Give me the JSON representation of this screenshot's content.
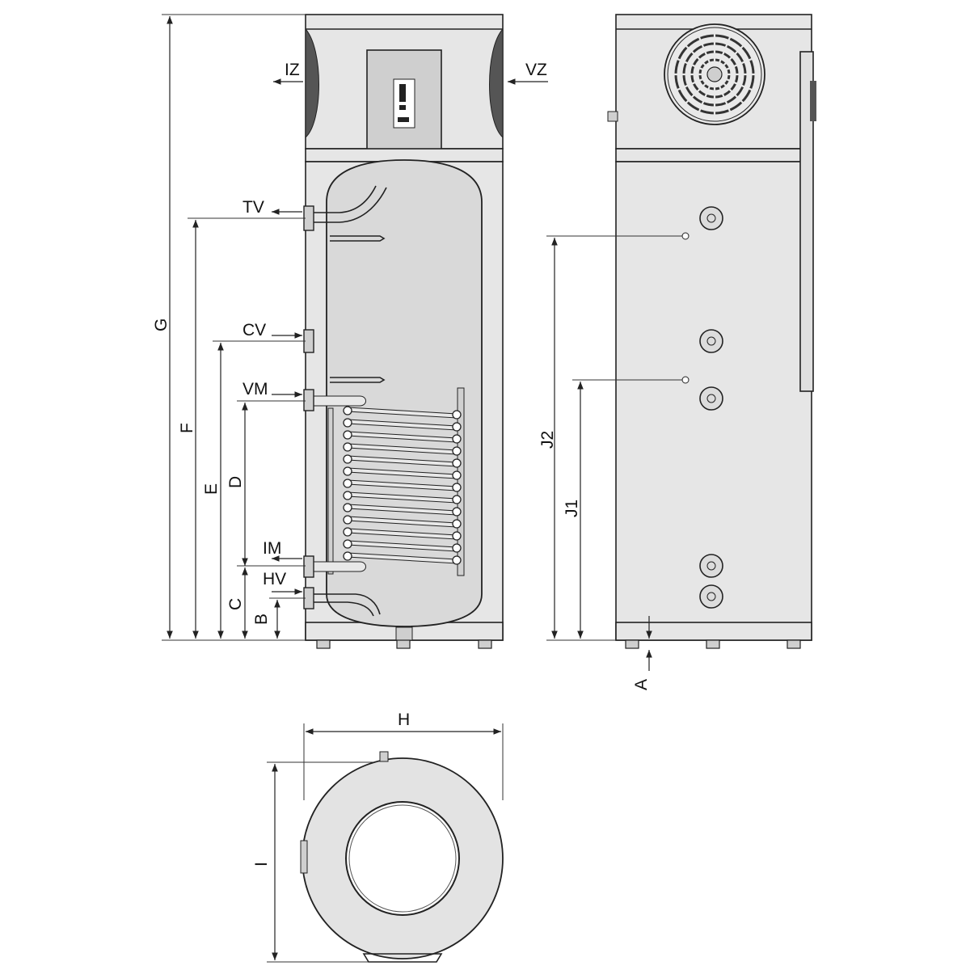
{
  "connections": {
    "iz": "IZ",
    "vz": "VZ",
    "tv": "TV",
    "cv": "CV",
    "vm": "VM",
    "im": "IM",
    "hv": "HV"
  },
  "dimensions": {
    "a": "A",
    "b": "B",
    "c": "C",
    "d": "D",
    "e": "E",
    "f": "F",
    "g": "G",
    "h": "H",
    "i": "I",
    "j1": "J1",
    "j2": "J2"
  }
}
